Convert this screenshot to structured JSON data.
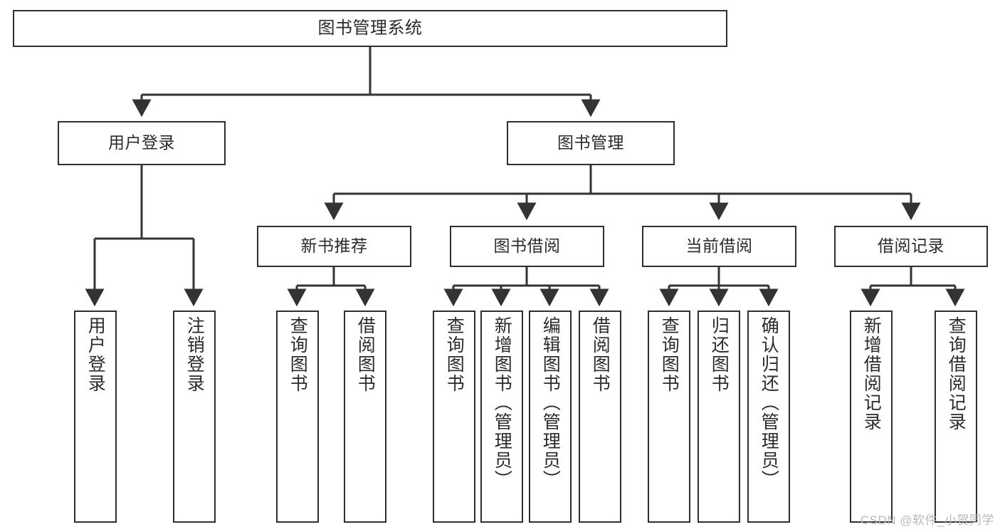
{
  "diagram": {
    "title": "图书管理系统",
    "type": "hierarchy-tree",
    "watermark": "CSDN @软件_小贺同学",
    "colors": {
      "background": "#ffffff",
      "box_border": "#2f2f2f",
      "box_fill": "#ffffff",
      "text": "#2b2b2b",
      "connector": "#333333",
      "watermark": "#b9b9b9"
    },
    "nodes": {
      "root": {
        "label": "图书管理系统",
        "orientation": "horizontal"
      },
      "level2": [
        {
          "label": "用户登录",
          "orientation": "horizontal"
        },
        {
          "label": "图书管理",
          "orientation": "horizontal"
        }
      ],
      "level3": [
        {
          "label": "新书推荐",
          "orientation": "horizontal"
        },
        {
          "label": "图书借阅",
          "orientation": "horizontal"
        },
        {
          "label": "当前借阅",
          "orientation": "horizontal"
        },
        {
          "label": "借阅记录",
          "orientation": "horizontal"
        }
      ],
      "leaves": {
        "user_login": [
          {
            "label": "用户登录",
            "orientation": "vertical"
          },
          {
            "label": "注销登录",
            "orientation": "vertical"
          }
        ],
        "new_book": [
          {
            "label": "查询图书",
            "orientation": "vertical"
          },
          {
            "label": "借阅图书",
            "orientation": "vertical"
          }
        ],
        "book_borrow": [
          {
            "label": "查询图书",
            "orientation": "vertical"
          },
          {
            "label": "新增图书（管理员）",
            "orientation": "vertical"
          },
          {
            "label": "编辑图书（管理员）",
            "orientation": "vertical"
          },
          {
            "label": "借阅图书",
            "orientation": "vertical"
          }
        ],
        "current_borrow": [
          {
            "label": "查询图书",
            "orientation": "vertical"
          },
          {
            "label": "归还图书",
            "orientation": "vertical"
          },
          {
            "label": "确认归还（管理员）",
            "orientation": "vertical"
          }
        ],
        "borrow_record": [
          {
            "label": "新增借阅记录",
            "orientation": "vertical"
          },
          {
            "label": "查询借阅记录",
            "orientation": "vertical"
          }
        ]
      }
    }
  }
}
